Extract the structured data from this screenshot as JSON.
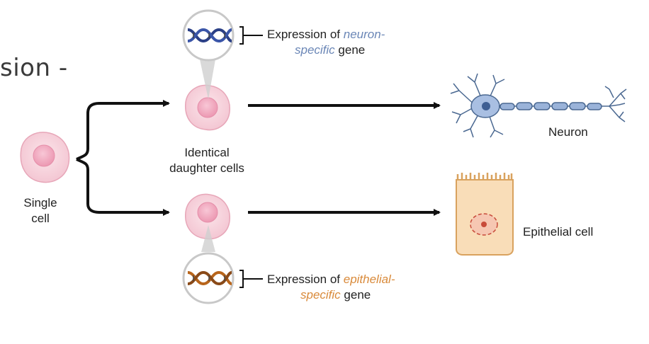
{
  "slide_title_fragment": "sion -",
  "labels": {
    "single_cell": [
      "Single",
      "cell"
    ],
    "daughter_cells": [
      "Identical",
      "daughter cells"
    ],
    "neuron": "Neuron",
    "epithelial": "Epithelial cell"
  },
  "expressions": {
    "neuron": {
      "line1_prefix": "Expression of ",
      "line1_highlight": "neuron-",
      "line2_highlight": "specific",
      "line2_suffix": " gene",
      "color": "#6a86b6"
    },
    "epithelial": {
      "line1_prefix": "Expression of ",
      "line1_highlight": "epithelial-",
      "line2_highlight": "specific",
      "line2_suffix": " gene",
      "color": "#d98a3a"
    }
  },
  "colors": {
    "cell_fill": "#f7d3dc",
    "cell_stroke": "#e7a6b8",
    "nucleus": "#f1a9bf",
    "neuron_body": "#9ab3d9",
    "neuron_stroke": "#4a6891",
    "epithelial_fill": "#f9ddb8",
    "epithelial_stroke": "#d9a25e"
  },
  "icons": [
    "dna-helix-icon",
    "arrow-right-icon",
    "bracket-icon"
  ]
}
